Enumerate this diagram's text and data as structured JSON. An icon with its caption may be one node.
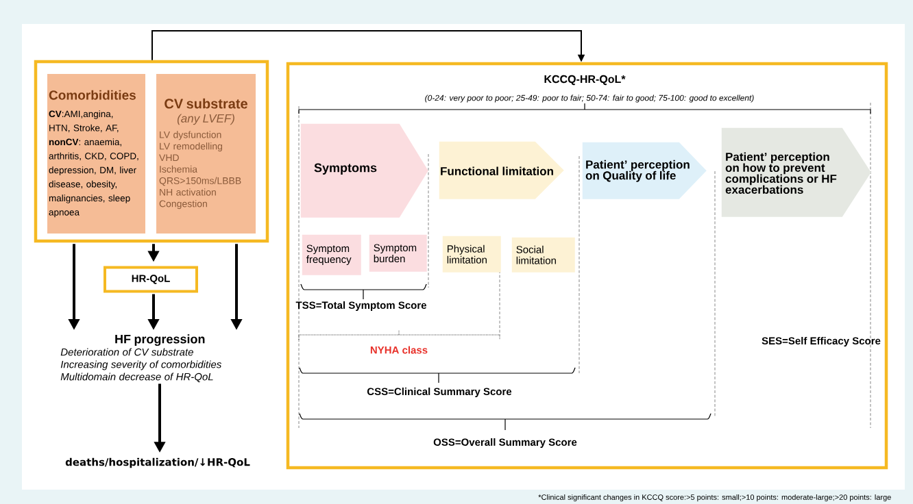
{
  "diagram": {
    "nodes": [
      {
        "text": [],
        "shape": "box"
      },
      {
        "text": [
          "Comorbidities",
          "**CV**:AMI,angina, HTN, Stroke, AF, **nonCV**: anaemia, arthritis, CKD, COPD, depression, DM, liver disease, obesity, malignancies, sleep apnoea"
        ],
        "in": 0
      },
      {
        "text": [
          "CV substrate",
          "(any LVEF)",
          "LV dysfunction",
          "LV remodelling",
          "VHD",
          "Ischemia",
          "QRS>150ms/LBBB",
          "NH activation",
          "Congestion"
        ],
        "in": 0
      },
      {
        "text": [
          "HR-QoL"
        ]
      },
      {
        "text": [
          "HF progression",
          "Deterioration of CV substrate",
          "Increasing severity of comorbidities",
          "Multidomain decrease of HR-QoL"
        ]
      },
      {
        "text": [
          "deaths/hospitalization/↓HR-QoL"
        ]
      },
      {
        "text": [
          "KCCQ-HR-QoL*",
          "(0-24: very poor to poor; 25-49: poor to fair; 50-74: fair to good; 75-100: good to excellent)"
        ]
      },
      {
        "text": [
          "Symptoms"
        ],
        "in": 6
      },
      {
        "text": [
          "Functional limitation"
        ],
        "in": 6
      },
      {
        "text": [
          "Patient’ perception on Quality of life"
        ],
        "in": 6
      },
      {
        "text": [
          "Patient’ perception on how to prevent complications or HF exacerbations"
        ],
        "in": 6
      },
      {
        "text": [
          "Symptom frequency"
        ],
        "in": 6
      },
      {
        "text": [
          "Symptom burden"
        ],
        "in": 6
      },
      {
        "text": [
          "Physical limitation"
        ],
        "in": 6
      },
      {
        "text": [
          "Social limitation"
        ],
        "in": 6
      }
    ],
    "edges": [
      {
        "from": 0,
        "to": 6,
        "arrow": "to"
      },
      {
        "from": 0,
        "to": 3,
        "arrow": "to"
      },
      {
        "from": 3,
        "to": 4,
        "arrow": "to"
      },
      {
        "from": 0,
        "to": 4,
        "arrow": "to"
      },
      {
        "from": 0,
        "to": 4,
        "arrow": "to"
      },
      {
        "from": 4,
        "to": 5,
        "arrow": "to"
      }
    ],
    "labels": [
      "TSS=Total Symptom Score",
      "NYHA class",
      "CSS=Clinical Summary Score",
      "OSS=Overall Summary Score",
      "SES=Self Efficacy Score",
      "*Clinical significant changes in KCCQ score:>5 points: small;>10 points: moderate-large;>20 points: large"
    ]
  }
}
